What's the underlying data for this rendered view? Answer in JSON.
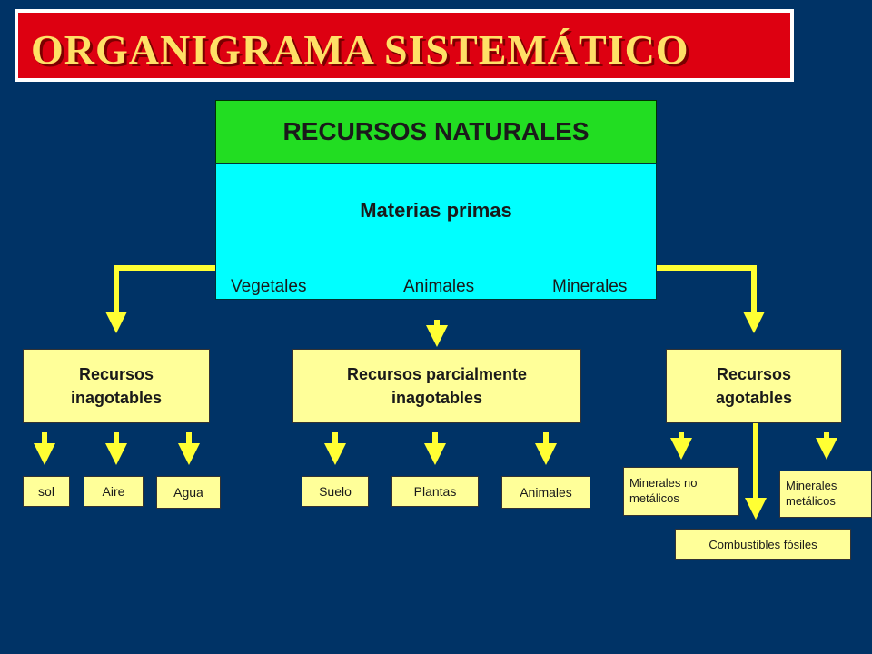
{
  "title": "ORGANIGRAMA SISTEMÁTICO",
  "root": {
    "title": "RECURSOS NATURALES",
    "subtitle": "Materias primas",
    "items": [
      "Vegetales",
      "Animales",
      "Minerales"
    ]
  },
  "categories": [
    {
      "label_line1": "Recursos",
      "label_line2": "inagotables",
      "children": [
        "sol",
        "Aire",
        "Agua"
      ]
    },
    {
      "label_line1": "Recursos parcialmente",
      "label_line2": "inagotables",
      "children": [
        "Suelo",
        "Plantas",
        "Animales"
      ]
    },
    {
      "label_line1": "Recursos",
      "label_line2": "agotables",
      "children": [
        "Minerales no metálicos",
        "Combustibles fósiles",
        "Minerales metálicos"
      ]
    }
  ],
  "colors": {
    "background": "#003366",
    "title_bg": "#dd0011",
    "title_text": "#ffe066",
    "root_head": "#22dd22",
    "root_body": "#00ffff",
    "box": "#ffff99",
    "arrow": "#ffff33"
  }
}
